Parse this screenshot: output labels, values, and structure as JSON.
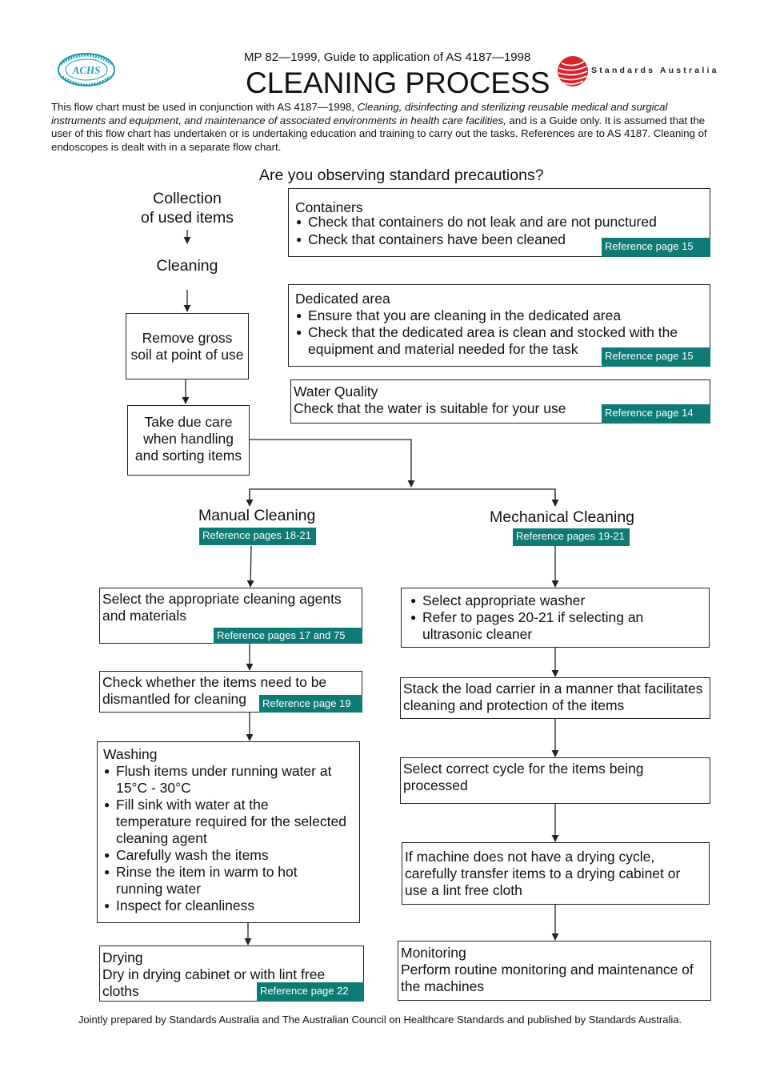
{
  "header": {
    "subtitle": "MP 82—1999, Guide to application of AS 4187—1998",
    "title": "CLEANING PROCESS",
    "achs_logo_text": "ACHS",
    "achs_ring_text": "THE AUSTRALIAN COUNCIL ON HEALTHCARE STANDARDS",
    "sa_logo_text": "Standards Australia"
  },
  "intro": {
    "part1": "This flow chart must be used in conjunction with AS 4187—1998, ",
    "italic": "Cleaning, disinfecting and sterilizing reusable medical and surgical instruments and equipment, and maintenance of associated environments in health care facilities,",
    "part2": " and is a Guide only. It is assumed that the user of this flow chart has undertaken or is undertaking education and training to carry out the tasks. References are to AS 4187. Cleaning of endoscopes is dealt with in a separate flow chart."
  },
  "question": "Are you observing standard precautions?",
  "left_flow": {
    "collection": "Collection\nof used items",
    "cleaning": "Cleaning",
    "remove_gross": "Remove gross\nsoil at point of use",
    "take_care": "Take due care\nwhen handling\nand sorting items"
  },
  "right_boxes": {
    "containers": {
      "title": "Containers",
      "bullets": [
        "Check that containers do not leak and are not punctured",
        "Check that containers have been cleaned"
      ],
      "ref": "Reference page 15"
    },
    "dedicated": {
      "title": "Dedicated area",
      "bullets": [
        "Ensure that you are cleaning in the dedicated area",
        "Check that the dedicated area is clean and stocked with the equipment and material needed for the task"
      ],
      "ref": "Reference page 15"
    },
    "water": {
      "title": "Water Quality",
      "text": "Check that the water is suitable for your use",
      "ref": "Reference page 14"
    }
  },
  "manual": {
    "heading": "Manual Cleaning",
    "ref": "Reference pages 18-21",
    "select_agents": "Select the appropriate cleaning agents and materials",
    "select_agents_ref": "Reference pages 17 and 75",
    "dismantle": "Check whether the items need to be dismantled for cleaning",
    "dismantle_ref": "Reference page 19",
    "washing_title": "Washing",
    "washing_bullets": [
      "Flush items under running water at 15°C - 30°C",
      "Fill sink with water at the temperature required for the selected cleaning agent",
      "Carefully wash the items",
      "Rinse the item in warm to hot running water",
      "Inspect for cleanliness"
    ],
    "drying_title": "Drying",
    "drying_text": "Dry in drying cabinet or with lint free cloths",
    "drying_ref": "Reference page 22"
  },
  "mechanical": {
    "heading": "Mechanical Cleaning",
    "ref": "Reference pages 19-21",
    "washer_bullets": [
      "Select appropriate washer",
      "Refer to pages 20-21 if selecting an ultrasonic cleaner"
    ],
    "stack": "Stack the load carrier in a manner that facilitates cleaning and protection of the items",
    "cycle": "Select correct cycle for the items being processed",
    "drying": "If machine does not have a drying cycle, carefully transfer items to a drying cabinet or use a lint free cloth",
    "monitoring_title": "Monitoring",
    "monitoring_text": "Perform routine monitoring and maintenance of the machines"
  },
  "footer": "Jointly prepared by Standards Australia and The Australian Council on Healthcare Standards and published by Standards Australia.",
  "colors": {
    "reference_bg": "#0d7a75",
    "sa_red": "#d8232a",
    "achs_teal": "#1d9ab0"
  }
}
